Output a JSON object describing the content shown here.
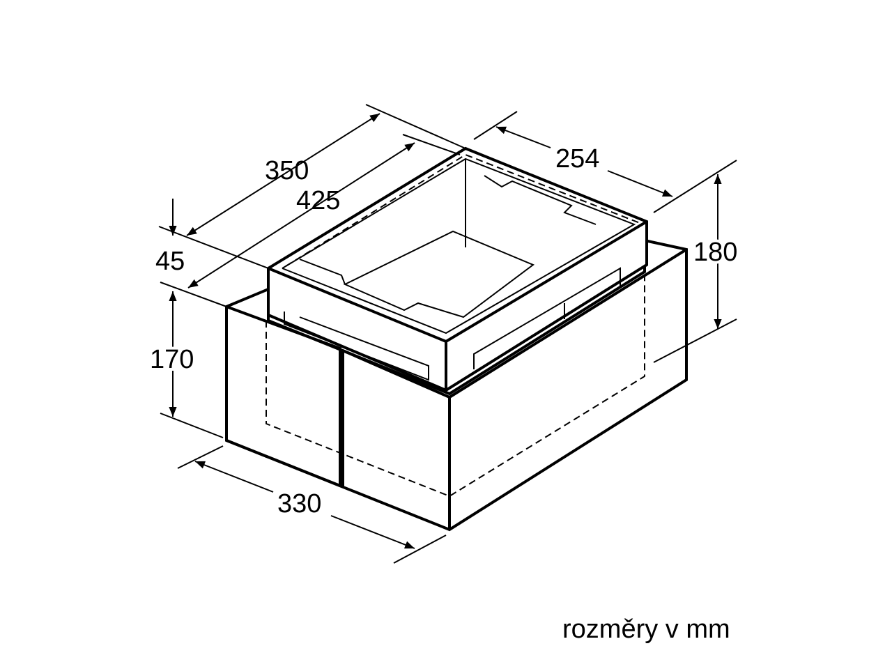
{
  "diagram": {
    "dimensions": {
      "depth_top": "350",
      "depth_total": "425",
      "width_top": "254",
      "top_offset": "45",
      "height_upper": "180",
      "height_lower": "170",
      "width_front": "330"
    },
    "units_note": "rozměry v mm"
  }
}
